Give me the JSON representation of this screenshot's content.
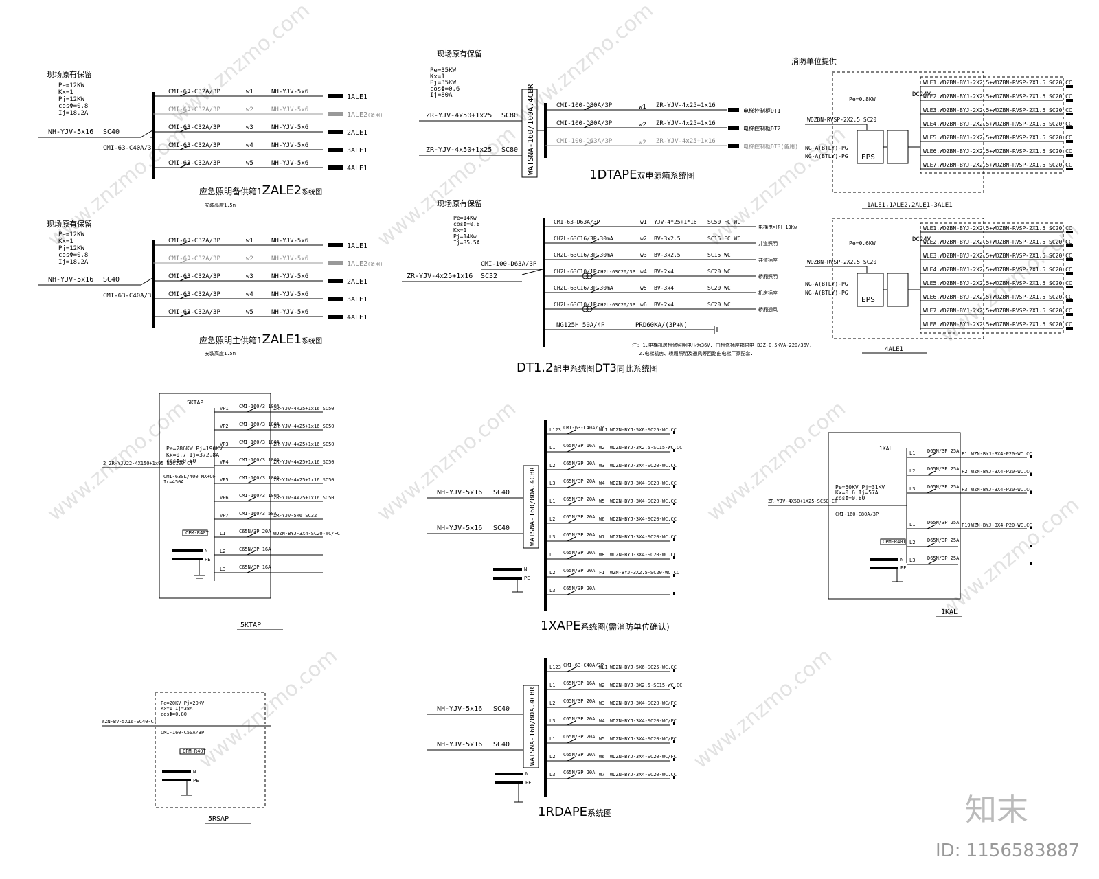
{
  "watermark": {
    "text": "www.znzmo.com",
    "brand": "知末",
    "id": "ID: 1156583887"
  },
  "zale2": {
    "note": "现场原有保留",
    "params": [
      "Pe=12KW",
      "Kx=1",
      "Pj=12KW",
      "cosΦ=0.8",
      "Ij=18.2A"
    ],
    "feeder": "NH-YJV-5x16",
    "conduit": "SC40",
    "main_breaker": "CMI-63-C40A/3P",
    "circuits": [
      {
        "breaker": "CMI-63-C32A/3P",
        "w": "w1",
        "cable": "NH-YJV-5x6",
        "load": "1ALE1",
        "spare": ""
      },
      {
        "breaker": "CMI-63-C32A/3P",
        "w": "w2",
        "cable": "NH-YJV-5x6",
        "load": "1ALE2",
        "spare": "(备用)"
      },
      {
        "breaker": "CMI-63-C32A/3P",
        "w": "w3",
        "cable": "NH-YJV-5x6",
        "load": "2ALE1",
        "spare": ""
      },
      {
        "breaker": "CMI-63-C32A/3P",
        "w": "w4",
        "cable": "NH-YJV-5x6",
        "load": "3ALE1",
        "spare": ""
      },
      {
        "breaker": "CMI-63-C32A/3P",
        "w": "w5",
        "cable": "NH-YJV-5x6",
        "load": "4ALE1",
        "spare": ""
      }
    ],
    "title_cn": "应急照明备供箱1",
    "title_code": "ZALE2",
    "title_suffix": "系统图",
    "sub": "安装高度1.5m"
  },
  "zale1": {
    "note": "现场原有保留",
    "params": [
      "Pe=12KW",
      "Kx=1",
      "Pj=12KW",
      "cosΦ=0.8",
      "Ij=18.2A"
    ],
    "feeder": "NH-YJV-5x16",
    "conduit": "SC40",
    "main_breaker": "CMI-63-C40A/3P",
    "circuits": [
      {
        "breaker": "CMI-63-C32A/3P",
        "w": "w1",
        "cable": "NH-YJV-5x6",
        "load": "1ALE1",
        "spare": ""
      },
      {
        "breaker": "CMI-63-C32A/3P",
        "w": "w2",
        "cable": "NH-YJV-5x6",
        "load": "1ALE2",
        "spare": "(备用)"
      },
      {
        "breaker": "CMI-63-C32A/3P",
        "w": "w3",
        "cable": "NH-YJV-5x6",
        "load": "2ALE1",
        "spare": ""
      },
      {
        "breaker": "CMI-63-C32A/3P",
        "w": "w4",
        "cable": "NH-YJV-5x6",
        "load": "3ALE1",
        "spare": ""
      },
      {
        "breaker": "CMI-63-C32A/3P",
        "w": "w5",
        "cable": "NH-YJV-5x6",
        "load": "4ALE1",
        "spare": ""
      }
    ],
    "title_cn": "应急照明主供箱1",
    "title_code": "ZALE1",
    "title_suffix": "系统图",
    "sub": "安装高度1.5m"
  },
  "dtape": {
    "note": "现场原有保留",
    "params": [
      "Pe=35KW",
      "Kx=1",
      "Pj=35KW",
      "cosΦ=0.6",
      "Ij=80A"
    ],
    "feed1": "ZR-YJV-4x50+1x25",
    "feed1_conduit": "SC80",
    "feed2": "ZR-YJV-4x50+1x25",
    "feed2_conduit": "SC80",
    "ats": "WATSNA-160/100A.4CBR",
    "circuits": [
      {
        "breaker": "CMI-100-D80A/3P",
        "w": "w1",
        "cable": "ZR-YJV-4x25+1x16",
        "load": "电梯控制柜DT1"
      },
      {
        "breaker": "CMI-100-D80A/3P",
        "w": "w2",
        "cable": "ZR-YJV-4x25+1x16",
        "load": "电梯控制柜DT2"
      },
      {
        "breaker": "CMI-100-D63A/3P",
        "w": "w2",
        "cable": "ZR-YJV-4x25+1x16",
        "load": "电梯控制柜DT3(备用)"
      }
    ],
    "title_code": "1DTAPE",
    "title_cn": "双电源箱系统图"
  },
  "dt12": {
    "note": "现场原有保留",
    "params": [
      "Pe=14Kw",
      "cosΦ=0.8",
      "Kx=1",
      "Pj=14Kw",
      "Ij=35.5A"
    ],
    "feeder": "ZR-YJV-4x25+1x16",
    "conduit": "SC32",
    "main_breaker": "CMI-100-D63A/3P",
    "circuits": [
      {
        "breaker": "CMI-63-D63A/3P",
        "w": "w1",
        "cable": "YJV-4*25+1*16",
        "install": "SC50 FC WC",
        "load": "电梯曳引机 13Kw"
      },
      {
        "breaker": "CH2L-63C16/3P,30mA",
        "w": "w2",
        "cable": "BV-3x2.5",
        "install": "SC15 FC WC",
        "load": "井道照明"
      },
      {
        "breaker": "CH2L-63C16/3P,30mA",
        "w": "w3",
        "cable": "BV-3x2.5",
        "install": "SC15 WC",
        "load": "井道插座"
      },
      {
        "breaker": "CH2L-63C10/1P",
        "w": "w4",
        "cable": "BV-2x4",
        "install": "SC20 WC",
        "load": "轿厢照明",
        "breaker2": "CH2L-63C20/3P"
      },
      {
        "breaker": "CH2L-63C16/3P,30mA",
        "w": "w5",
        "cable": "BV-3x4",
        "install": "SC20 WC",
        "load": "机房插座"
      },
      {
        "breaker": "CH2L-63C10/1P",
        "w": "w6",
        "cable": "BV-2x4",
        "install": "SC20 WC",
        "load": "轿厢通风",
        "breaker2": "CH2L-63C20/3P"
      }
    ],
    "spd_breaker": "NG125H 50A/4P",
    "spd": "PRD60KA/(3P+N)",
    "notes": [
      "注: 1.电梯机房检修照明电压为36V, 由检修插座箱供电 BJZ-0.5KVA-220/36V.",
      "2.电梯机房、轿厢照明及通风等回路由电梯厂家配套."
    ],
    "title_code": "DT1.2",
    "title_cn": "配电系统图",
    "title_code2": "DT3",
    "title_cn2": "同此系统图"
  },
  "eps": {
    "note": "消防单位提供",
    "box1": {
      "power": "Pe=0.8KW",
      "dc": "DC24V",
      "in1": "WDZBN-RVSP-2X2.5 SC20",
      "in2": "NG-A(BTLY)-PG",
      "in3": "NG-A(BTLY)-PG",
      "eps": "EPS",
      "bottom": "1ALE1,1ALE2,2ALE1-3ALE1"
    },
    "box2": {
      "power": "Pe=0.6KW",
      "dc": "DC24V",
      "in1": "WDZBN-RVSP-2X2.5 SC20",
      "in2": "NG-A(BTLY)-PG",
      "in3": "NG-A(BTLY)-PG",
      "eps": "EPS",
      "bottom": "4ALE1"
    },
    "lines1": [
      "WLE1.WDZBN-BYJ-2X2.5+WDZBN-RVSP-2X1.5 SC20 CC",
      "WLE2.WDZBN-BYJ-2X2.5+WDZBN-RVSP-2X1.5 SC20 CC",
      "WLE3.WDZBN-BYJ-2X2.5+WDZBN-RVSP-2X1.5 SC20 CC",
      "WLE4.WDZBN-BYJ-2X2.5+WDZBN-RVSP-2X1.5 SC20 CC",
      "WLE5.WDZBN-BYJ-2X2.5+WDZBN-RVSP-2X1.5 SC20 CC",
      "WLE6.WDZBN-BYJ-2X2.5+WDZBN-RVSP-2X1.5 SC20 CC",
      "WLE7.WDZBN-BYJ-2X2.5+WDZBN-RVSP-2X1.5 SC20 CC"
    ],
    "lines2": [
      "WLE1.WDZBN-BYJ-2X2.5+WDZBN-RVSP-2X1.5 SC20 CC",
      "WLE2.WDZBN-BYJ-2X2.5+WDZBN-RVSP-2X1.5 SC20 CC",
      "WLE3.WDZBN-BYJ-2X2.5+WDZBN-RVSP-2X1.5 SC20 CC",
      "WLE4.WDZBN-BYJ-2X2.5+WDZBN-RVSP-2X1.5 SC20 CC",
      "WLE5.WDZBN-BYJ-2X2.5+WDZBN-RVSP-2X1.5 SC20 CC",
      "WLE6.WDZBN-BYJ-2X2.5+WDZBN-RVSP-2X1.5 SC20 CC",
      "WLE7.WDZBN-BYJ-2X2.5+WDZBN-RVSP-2X1.5 SC20 CC",
      "WLE8.WDZBN-BYJ-2X2.5+WDZBN-RVSP-2X1.5 SC20 CC"
    ]
  },
  "ktap": {
    "box": "5KTAP",
    "params": [
      "Pe=286KW  Pj=196KV",
      "Kx=0.7  Ij=372.8A",
      "cosΦ=0.80"
    ],
    "feeder": "2 ZR-YJV22-4X150+1x95 E2C100 CT",
    "main": [
      "CMI-630L/400 MX+OF",
      "Ir=450A"
    ],
    "circuits": [
      {
        "w": "VP1",
        "breaker": "CMI-160/3 100A",
        "cable": "ZR-YJV-4x25+1x16 SC50"
      },
      {
        "w": "VP2",
        "breaker": "CMI-160/3 100A",
        "cable": "ZR-YJV-4x25+1x16 SC50"
      },
      {
        "w": "VP3",
        "breaker": "CMI-160/3 100A",
        "cable": "ZR-YJV-4x25+1x16 SC50"
      },
      {
        "w": "VP4",
        "breaker": "CMI-160/3 100A",
        "cable": "ZR-YJV-4x25+1x16 SC50"
      },
      {
        "w": "VP5",
        "breaker": "CMI-160/3 100A",
        "cable": "ZR-YJV-4x25+1x16 SC50"
      },
      {
        "w": "VP6",
        "breaker": "CMI-160/3 100A",
        "cable": "ZR-YJV-4x25+1x16 SC50"
      },
      {
        "w": "VP7",
        "breaker": "CMI-160/3 50A",
        "cable": "ZR-YJV-5x6 SC32"
      },
      {
        "w": "L1",
        "breaker": "C65N/3P 20A",
        "cable": "WDZN-BYJ-3X4-SC20-WC/FC"
      },
      {
        "w": "L2",
        "breaker": "C65N/3P 16A",
        "cable": ""
      },
      {
        "w": "L3",
        "breaker": "C65N/3P 16A",
        "cable": ""
      }
    ],
    "spd": "CPM-R40T",
    "n": "N",
    "pe": "PE",
    "label": "5KTAP"
  },
  "rsap": {
    "params": [
      "Pe=20KV  Pj=20KV",
      "Kx=1  Ij=38A",
      "cosΦ=0.80"
    ],
    "feeder": "WZN-BV-5X16-SC40-CT",
    "breaker": "CMI-160-C50A/3P",
    "spd": "CPM-R40T",
    "n": "N",
    "pe": "PE",
    "label": "5RSAP"
  },
  "xape": {
    "feed1": "NH-YJV-5x16",
    "feed1_conduit": "SC40",
    "feed2": "NH-YJV-5x16",
    "feed2_conduit": "SC40",
    "ats": "WATSNA-160/80A.4CBR",
    "circuits": [
      {
        "p": "L123",
        "breaker": "CMI-63-C40A/3P",
        "w": "WL1",
        "cable": "WDZN-BYJ-5X6-SC25-WC.CC"
      },
      {
        "p": "L1",
        "breaker": "C65N/3P 16A",
        "w": "W2",
        "cable": "WDZN-BYJ-3X2.5-SC15-WC.CC"
      },
      {
        "p": "L2",
        "breaker": "C65N/3P 20A",
        "w": "W3",
        "cable": "WDZN-BYJ-3X4-SC20-WC.CC"
      },
      {
        "p": "L3",
        "breaker": "C65N/3P 20A",
        "w": "W4",
        "cable": "WDZN-BYJ-3X4-SC20-WC.CC"
      },
      {
        "p": "L1",
        "breaker": "C65N/3P 20A",
        "w": "W5",
        "cable": "WDZN-BYJ-3X4-SC20-WC.CC"
      },
      {
        "p": "L2",
        "breaker": "C65N/3P 20A",
        "w": "W6",
        "cable": "WDZN-BYJ-3X4-SC20-WC.CC"
      },
      {
        "p": "L3",
        "breaker": "C65N/3P 20A",
        "w": "W7",
        "cable": "WDZN-BYJ-3X4-SC20-WC.CC"
      },
      {
        "p": "L1",
        "breaker": "C65N/3P 20A",
        "w": "W8",
        "cable": "WDZN-BYJ-3X4-SC20-WC.CC"
      },
      {
        "p": "L2",
        "breaker": "C65N/3P 20A",
        "w": "F1",
        "cable": "WZN-BYJ-3X2.5-SC20-WC.CC"
      },
      {
        "p": "L3",
        "breaker": "C65N/3P 20A",
        "w": "",
        "cable": ""
      }
    ],
    "n": "N",
    "pe": "PE",
    "title_code": "1XAPE",
    "title_cn": "系统图",
    "title_note": "(需消防单位确认)"
  },
  "rdape": {
    "feed1": "NH-YJV-5x16",
    "feed1_conduit": "SC40",
    "feed2": "NH-YJV-5x16",
    "feed2_conduit": "SC40",
    "ats": "WATSNA-160/80A.4CBR",
    "circuits": [
      {
        "p": "L123",
        "breaker": "CMI-63-C40A/3P",
        "w": "WL1",
        "cable": "WDZN-BYJ-5X6-SC25-WC.CC"
      },
      {
        "p": "L1",
        "breaker": "C65N/3P 16A",
        "w": "W2",
        "cable": "WDZN-BYJ-3X2.5-SC15-WC.CC"
      },
      {
        "p": "L2",
        "breaker": "C65N/3P 20A",
        "w": "W3",
        "cable": "WDZN-BYJ-3X4-SC20-WC/FC"
      },
      {
        "p": "L3",
        "breaker": "C65N/3P 20A",
        "w": "W4",
        "cable": "WDZN-BYJ-3X4-SC20-WC/FC"
      },
      {
        "p": "L1",
        "breaker": "C65N/3P 20A",
        "w": "W5",
        "cable": "WDZN-BYJ-3X4-SC20-WC/FC"
      },
      {
        "p": "L2",
        "breaker": "C65N/3P 20A",
        "w": "W6",
        "cable": "WDZN-BYJ-3X4-SC20-WC/FC"
      },
      {
        "p": "L3",
        "breaker": "C65N/3P 20A",
        "w": "W7",
        "cable": "WDZN-BYJ-3X4-SC20-WC.CC"
      }
    ],
    "n": "N",
    "pe": "PE",
    "title_code": "1RDAPE",
    "title_cn": "系统图"
  },
  "kal": {
    "box": "1KAL",
    "params": [
      "Pe=50KV  Pj=31KV",
      "Kx=0.6  Ij=57A",
      "cosΦ=0.80"
    ],
    "feeder": "ZR-YJV-4X50+1X25-SC50-CT",
    "main": "CMI-160-C80A/3P",
    "circuits": [
      {
        "p": "L1",
        "breaker": "D65N/3P 25A",
        "w": "F1",
        "cable": "WZN-BYJ-3X4-P20-WC.CC"
      },
      {
        "p": "L2",
        "breaker": "D65N/3P 25A",
        "w": "F2",
        "cable": "WZN-BYJ-3X4-P20-WC.CC"
      },
      {
        "p": "L3",
        "breaker": "D65N/3P 25A",
        "w": "F3",
        "cable": "WZN-BYJ-3X4-P20-WC.CC"
      },
      {
        "p": "L1",
        "breaker": "D65N/3P 25A",
        "w": "F19",
        "cable": "WZN-BYJ-3X4-P20-WC.CC"
      },
      {
        "p": "L2",
        "breaker": "D65N/3P 25A",
        "w": "",
        "cable": ""
      },
      {
        "p": "L3",
        "breaker": "D65N/3P 25A",
        "w": "",
        "cable": ""
      }
    ],
    "spd": "CPM-R40T",
    "n": "N",
    "pe": "PE",
    "label": "1KAL"
  }
}
